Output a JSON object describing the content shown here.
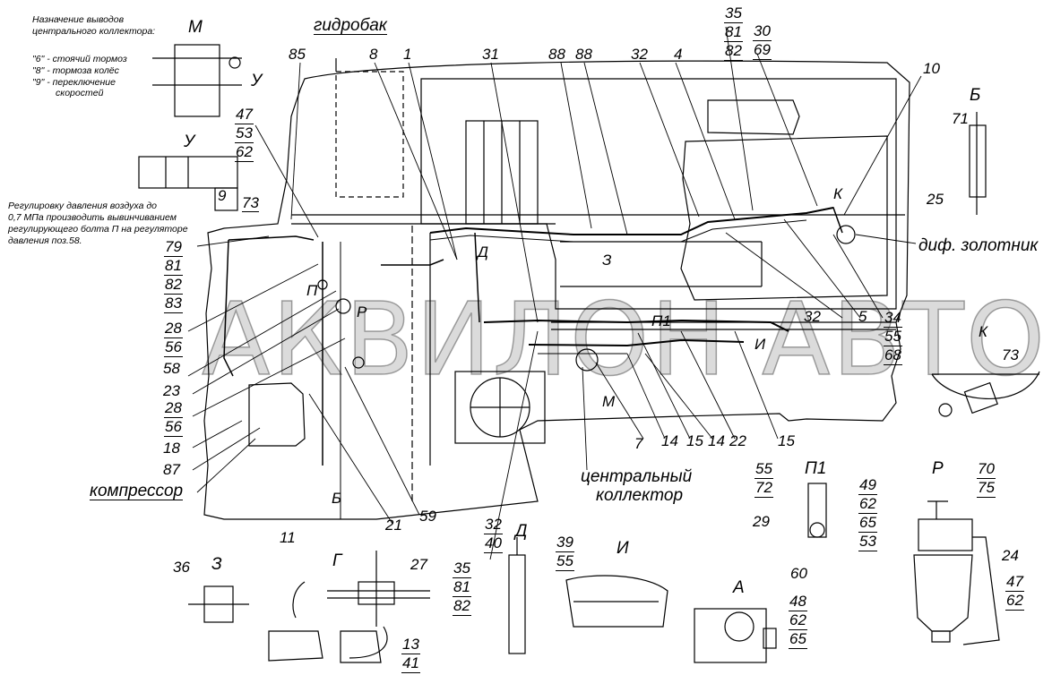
{
  "notes": {
    "legend_title_line1": "Назначение выводов",
    "legend_title_line2": "центрального коллектора:",
    "legend_item1": "\"6\" - стоячий тормоз",
    "legend_item2": "\"8\" - тормоза колёс",
    "legend_item3": "\"9\" - переключение",
    "legend_item3b": "скоростей",
    "pressure_line1": "Регулировку давления воздуха до",
    "pressure_line2": "0,7 МПа производить вывинчиванием",
    "pressure_line3": "регулирующего болта П на регуляторе",
    "pressure_line4": "давления поз.58."
  },
  "view_letters": {
    "M": "М",
    "U": "У",
    "B": "Б",
    "Z": "З",
    "G": "Г",
    "D": "Д",
    "I": "И",
    "A": "А",
    "K": "К",
    "P1": "П1",
    "R": "Р",
    "P": "П",
    "M2": "М",
    "U2": "У",
    "D2": "Д",
    "Z2": "З",
    "I2": "И",
    "B2": "Б",
    "K2": "К",
    "P1b": "П1",
    "R2": "Р"
  },
  "names": {
    "tank": "гидробак",
    "diff_valve": "диф. золотник",
    "compressor": "компрессор",
    "collector1": "центральный",
    "collector2": "коллектор"
  },
  "callouts": {
    "c85": "85",
    "c8": "8",
    "c1": "1",
    "c31": "31",
    "c88a": "88",
    "c88b": "88",
    "c32": "32",
    "c4": "4",
    "s35": [
      "35",
      "81",
      "82"
    ],
    "s30": [
      "30",
      "69"
    ],
    "c10": "10",
    "s47": [
      "47",
      "53",
      "62"
    ],
    "s79": [
      "79",
      "81",
      "82",
      "83"
    ],
    "s28a": [
      "28",
      "56"
    ],
    "c58": "58",
    "c23": "23",
    "s28b": [
      "28",
      "56"
    ],
    "c18": "18",
    "c87": "87",
    "c21": "21",
    "c59": "59",
    "c7": "7",
    "c14a": "14",
    "c15a": "15",
    "c14b": "14",
    "c22": "22",
    "c15b": "15",
    "c32b": "32",
    "c5": "5",
    "s34": [
      "34",
      "55",
      "68"
    ],
    "c71": "71",
    "c25": "25",
    "c73": "73",
    "s55": [
      "55",
      "72"
    ],
    "c29": "29",
    "s49": [
      "49",
      "62",
      "65",
      "53"
    ],
    "s70": [
      "70",
      "75"
    ],
    "c24": "24",
    "s47b": [
      "47",
      "62"
    ],
    "c11": "11",
    "c27": "27",
    "s13": [
      "13",
      "41"
    ],
    "c36": "36",
    "s35b": [
      "35",
      "81",
      "82"
    ],
    "s32b": [
      "32",
      "40"
    ],
    "s39": [
      "39",
      "55"
    ],
    "c60": "60",
    "s48": [
      "48",
      "62",
      "65"
    ],
    "u9": "9",
    "u73": "73"
  },
  "watermark": "АКВИЛОН АВТО"
}
